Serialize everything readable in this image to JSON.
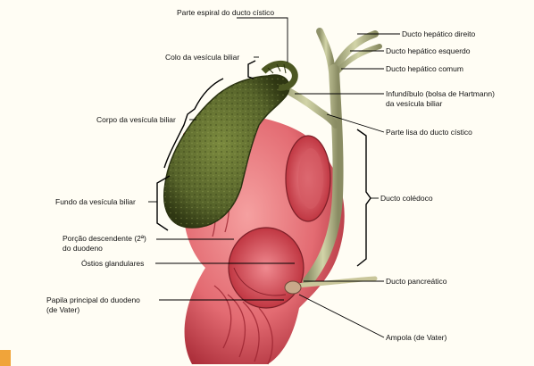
{
  "labels": {
    "parte_espiral": "Parte espiral do ducto cístico",
    "hepatico_direito": "Ducto hepático direito",
    "hepatico_esquerdo": "Ducto hepático esquerdo",
    "hepatico_comum": "Ducto hepático comum",
    "colo": "Colo da vesícula biliar",
    "infundibulo_1": "Infundíbulo (bolsa de Hartmann)",
    "infundibulo_2": "da vesícula biliar",
    "corpo": "Corpo da vesícula biliar",
    "parte_lisa": "Parte lisa do ducto cístico",
    "fundo": "Fundo da vesícula biliar",
    "coledoco": "Ducto colédoco",
    "porcao_1": "Porção descendente (2ª)",
    "porcao_2": "do duodeno",
    "ostios": "Óstios glandulares",
    "pancreatico": "Ducto pancreático",
    "papila_1": "Papila principal do duodeno",
    "papila_2": "(de Vater)",
    "ampola": "Ampola (de Vater)"
  },
  "colors": {
    "gallbladder": "#5d6b2e",
    "gallbladder_dark": "#3a4419",
    "duodenum": "#e8737a",
    "duodenum_dark": "#b8323c",
    "duct": "#b7b98a",
    "background": "#fffdf4",
    "edge_accent": "#f0a43a"
  }
}
